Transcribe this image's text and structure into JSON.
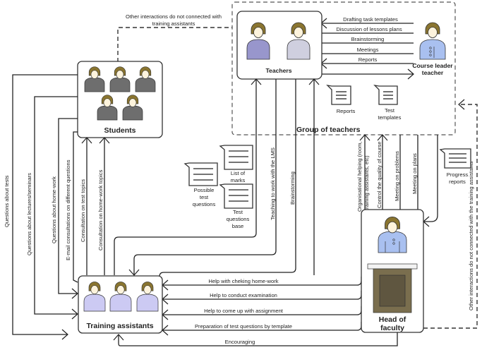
{
  "nodes": {
    "students": {
      "label": "Students"
    },
    "teachers": {
      "label": "Teachers"
    },
    "course_leader": {
      "label_line1": "Course leader",
      "label_line2": "teacher"
    },
    "group": {
      "label": "Group of teachers"
    },
    "training_assistants": {
      "label": "Training assistants"
    },
    "head": {
      "label_line1": "Head of",
      "label_line2": "faculty"
    }
  },
  "documents": {
    "reports": {
      "line1": "Reports"
    },
    "test_templates": {
      "line1": "Test",
      "line2": "templates"
    },
    "list_of_marks": {
      "line1": "List of",
      "line2": "marks"
    },
    "possible_test_questions": {
      "line1": "Possible",
      "line2": "test",
      "line3": "questions"
    },
    "test_questions_base": {
      "line1": "Test",
      "line2": "questions",
      "line3": "base"
    },
    "progress_reports": {
      "line1": "Progress",
      "line2": "reports"
    }
  },
  "edges": {
    "other_top_line1": "Other interactions do not connected with",
    "other_top_line2": "training assistants",
    "other_right": "Other interactions do not connected with the training assistants",
    "drafting": "Drafting task templates",
    "discussion": "Discussion of lessons plans",
    "brainstorming_top": "Brainstorming",
    "meetings": "Meetings",
    "reports_edge": "Reports",
    "q_tests": "Questions about tests",
    "q_lectures": "Questions about lectures/seminars",
    "q_homework": "Questions about home-work",
    "email": "E-mail consultations on different questions",
    "consult_test": "Consultation on test topics",
    "consult_hw": "Consultation on home-work topics",
    "teaching_lms": "Teaching to work with the LMS",
    "brainstorming_mid": "Brainstorming",
    "org_line1": "Organisational helping (room,",
    "org_line2": "training assistants, etc)",
    "control": "Control the quality of course",
    "meeting_problems": "Meeting on problems",
    "meeting_plans": "Meeting on plans",
    "help_checking": "Help with cheking home-work",
    "help_exam": "Help to conduct examination",
    "help_assign": "Help to come up with assignment",
    "prep_questions": "Preparation of test questions by template",
    "encouraging": "Encouraging"
  },
  "colors": {
    "hair": "#8a7530",
    "skin": "#fdf3dc",
    "student_body": "#6e6e6e",
    "teacher1_body": "#9896cc",
    "teacher2_body": "#cfcfdf",
    "assistant_body": "#cccaf3",
    "leader_body": "#a9c0f0",
    "podium": "#7a6e4e"
  }
}
